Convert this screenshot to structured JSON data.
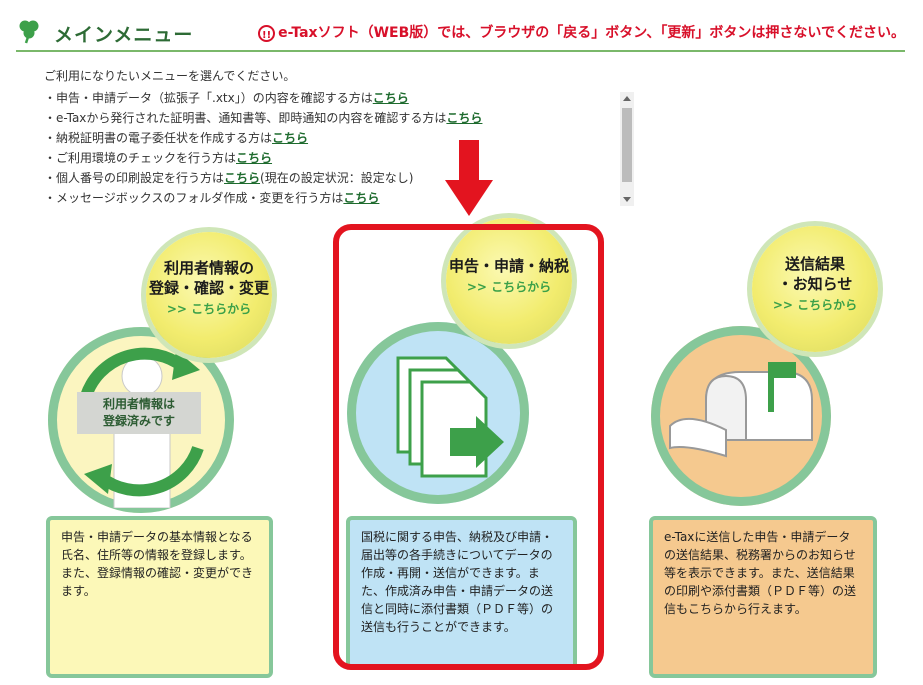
{
  "header": {
    "title": "メインメニュー",
    "warning_icon": "!!",
    "warning": "e-Taxソフト（WEB版）では、ブラウザの「戻る」ボタン、「更新」ボタンは押さないでください。"
  },
  "intro": "ご利用になりたいメニューを選んでください。",
  "menu_items": [
    {
      "text": "・申告・申請データ（拡張子「.xtx」）の内容を確認する方は",
      "link": "こちら",
      "suffix": ""
    },
    {
      "text": "・e-Taxから発行された証明書、通知書等、即時通知の内容を確認する方は",
      "link": "こちら",
      "suffix": ""
    },
    {
      "text": "・納税証明書の電子委任状を作成する方は",
      "link": "こちら",
      "suffix": ""
    },
    {
      "text": "・ご利用環境のチェックを行う方は",
      "link": "こちら",
      "suffix": ""
    },
    {
      "text": "・個人番号の印刷設定を行う方は",
      "link": "こちら",
      "suffix": "(現在の設定状況：設定なし)"
    },
    {
      "text": "・メッセージボックスのフォルダ作成・変更を行う方は",
      "link": "こちら",
      "suffix": ""
    }
  ],
  "cards": [
    {
      "badge_title": "利用者情報の\n登録・確認・変更",
      "badge_sub": ">> こちらから",
      "image_label": "利用者情報は\n登録済みです",
      "description": "申告・申請データの基本情報となる氏名、住所等の情報を登録します。また、登録情報の確認・変更ができます。"
    },
    {
      "badge_title": "申告・申請・納税",
      "badge_sub": ">> こちらから",
      "description": "国税に関する申告、納税及び申請・届出等の各手続きについてデータの作成・再開・送信ができます。また、作成済み申告・申請データの送信と同時に添付書類（ＰＤＦ等）の送信も行うことができます。"
    },
    {
      "badge_title": "送信結果\n・お知らせ",
      "badge_sub": ">> こちらから",
      "description": "e-Taxに送信した申告・申請データの送信結果、税務署からのお知らせ等を表示できます。また、送信結果の印刷や添付書類（ＰＤＦ等）の送信もこちらから行えます。"
    }
  ],
  "icons": {
    "clover": "clover-icon",
    "warning": "warning-icon",
    "arrow": "red-down-arrow-icon",
    "card1": "user-refresh-icon",
    "card2": "documents-arrow-icon",
    "card3": "mailbox-icon"
  },
  "colors": {
    "accent_green": "#2d6b35",
    "warning_red": "#d8102a",
    "highlight_red": "#e3141f",
    "badge_yellow": "#f2ec6e",
    "ring_green": "#86c79a"
  }
}
